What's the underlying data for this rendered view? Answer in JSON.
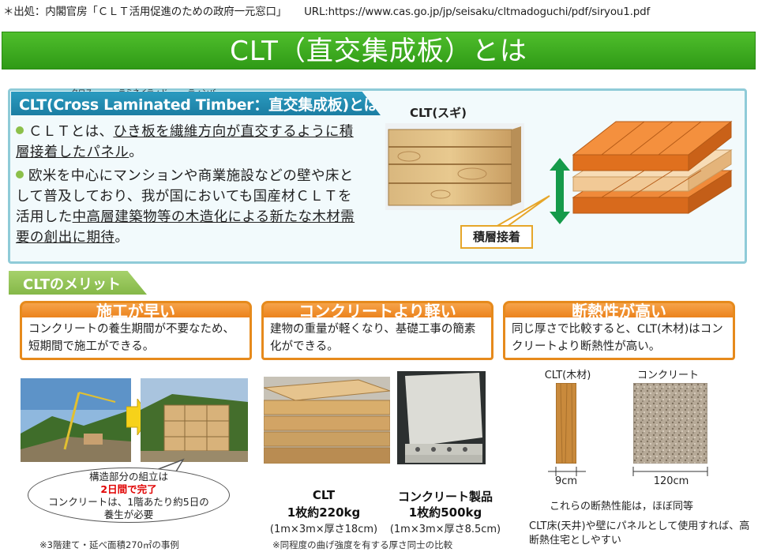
{
  "source": {
    "label": "＊出処：内閣官房「ＣＬＴ活用促進のための政府一元窓口」",
    "url": "URL:https://www.cas.go.jp/jp/seisaku/cltmadoguchi/pdf/siryou1.pdf"
  },
  "banner": {
    "title": "CLT（直交集成板）とは"
  },
  "definition": {
    "heading": "CLT(Cross Laminated Timber：直交集成板)とは",
    "ruby_cross": "クロス",
    "ruby_laminated": "ラミネイティド",
    "ruby_timber": "ティンバー",
    "bullet1_a": "ＣＬＴとは、",
    "bullet1_b": "ひき板を繊維方向が直交するように積層接着したパネル",
    "bullet1_c": "。",
    "bullet2_a": "欧米を中心にマンションや商業施設などの壁や床として普及しており、我が国においても国産材ＣＬＴを活用した",
    "bullet2_b": "中高層建築物等の木造化による新たな木材需要の創出に期待",
    "bullet2_c": "。",
    "photo_label": "CLT(スギ)",
    "callout": "積層接着"
  },
  "merits": {
    "tab": "CLTのメリット",
    "items": [
      {
        "title": "施工が早い",
        "body": "コンクリートの養生期間が不要なため、短期間で施工ができる。"
      },
      {
        "title": "コンクリートより軽い",
        "body": "建物の重量が軽くなり、基礎工事の簡素化ができる。"
      },
      {
        "title": "断熱性が高い",
        "body": "同じ厚さで比較すると、CLT(木材)はコンクリートより断熱性が高い。"
      }
    ]
  },
  "speed": {
    "ellipse_line1": "構造部分の組立は",
    "ellipse_line2": "2日間で完了",
    "ellipse_line3": "コンクリートは、1階あたり約5日の",
    "ellipse_line4": "養生が必要",
    "note": "※3階建て・延べ面積270㎡の事例"
  },
  "weight": {
    "clt_name": "CLT",
    "clt_weight": "1枚約220kg",
    "clt_dims": "(1m×3m×厚さ18cm)",
    "concrete_name": "コンクリート製品",
    "concrete_weight": "1枚約500kg",
    "concrete_dims": "(1m×3m×厚さ8.5cm)",
    "note": "※同程度の曲げ強度を有する厚さ同士の比較"
  },
  "insulation": {
    "clt_label": "CLT(木材)",
    "concrete_label": "コンクリート",
    "clt_thickness": "9cm",
    "concrete_thickness": "120cm",
    "equal_text": "これらの断熱性能は，ほぼ同等",
    "footer": "CLT床(天井)や壁にパネルとして使用すれば、高断熱住宅としやすい"
  },
  "colors": {
    "banner_green": "#3aa91e",
    "tab_blue": "#1f87ad",
    "merit_orange": "#ea7f17",
    "merit_tab_green": "#95c558",
    "callout_orange": "#e6a62a",
    "arrow_green": "#159a4a",
    "completion_red": "#e00000"
  }
}
